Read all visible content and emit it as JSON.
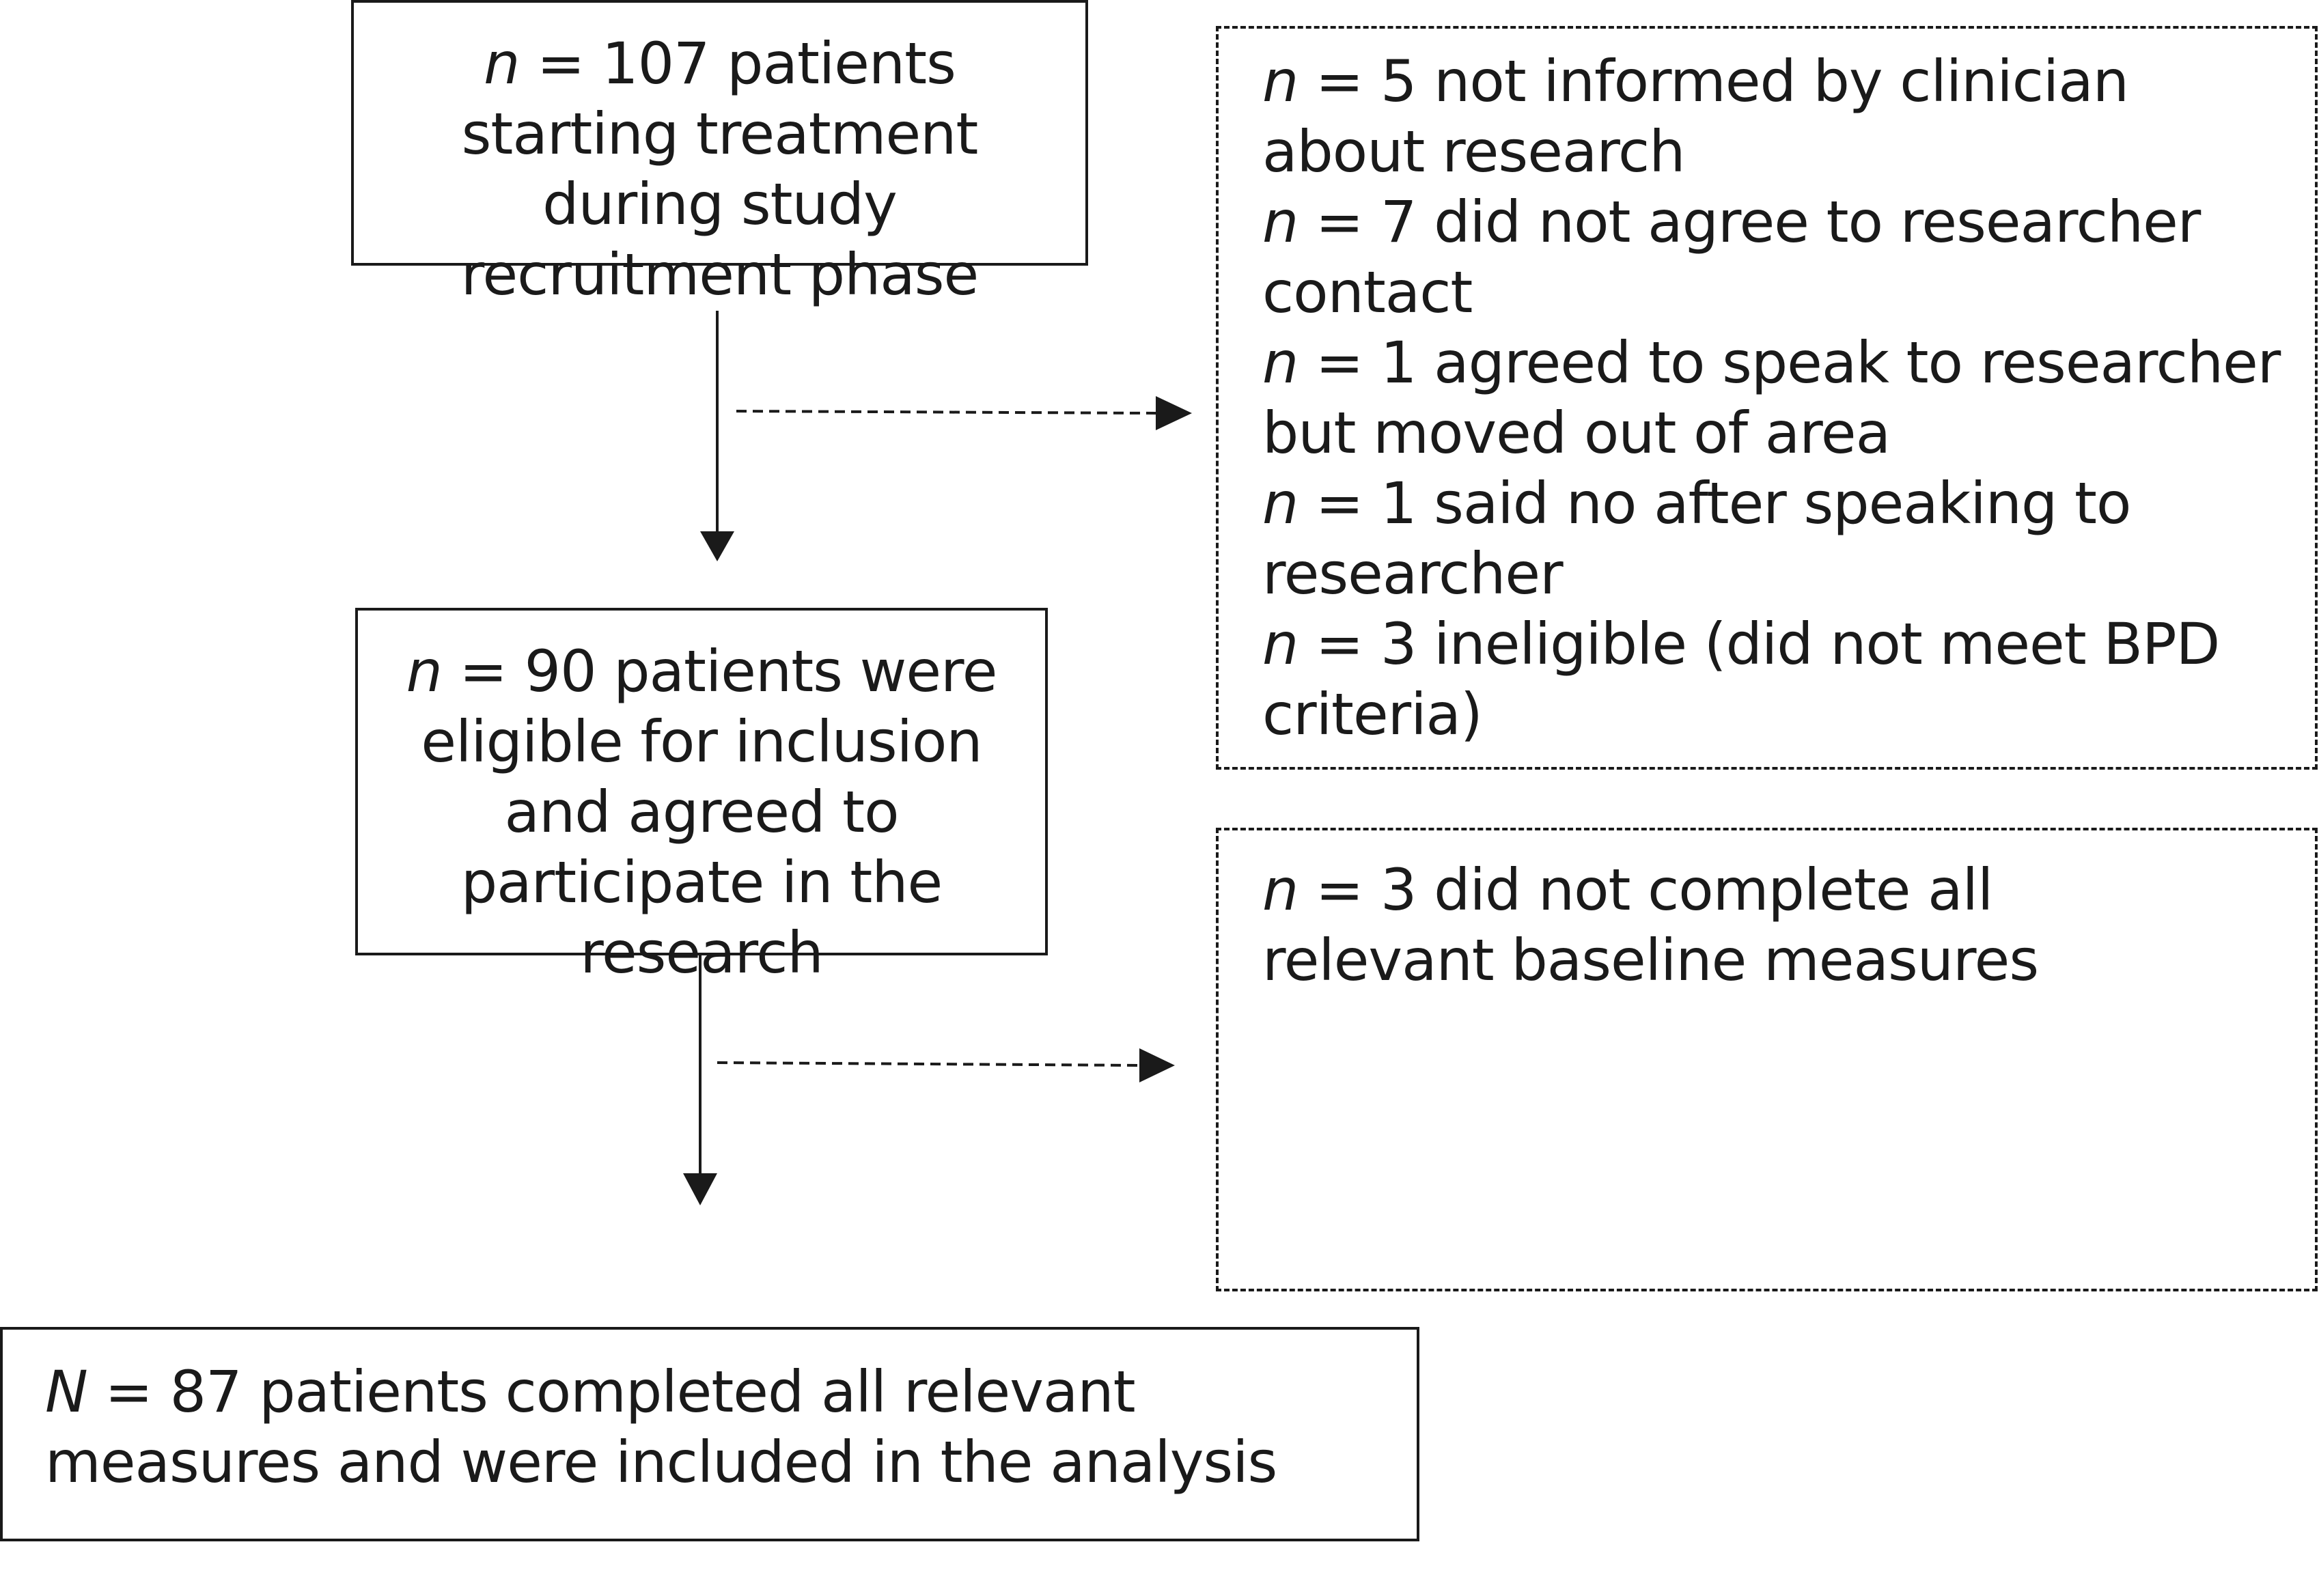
{
  "boxes": {
    "start": {
      "n_var": "n",
      "text": " = 107 patients starting treatment during study recruitment phase"
    },
    "eligible": {
      "n_var": "n",
      "text": " =  90 patients were eligible for inclusion and agreed to participate in the research"
    },
    "final": {
      "n_var": "N",
      "text": " = 87  patients completed all relevant measures and were included in the analysis"
    },
    "excluded_1": {
      "items": [
        {
          "n_var": "n",
          "text": " = 5 not informed by clinician about research"
        },
        {
          "n_var": "n",
          "text": " = 7 did not agree to researcher contact"
        },
        {
          "n_var": "n",
          "text": " = 1 agreed to speak to researcher but moved out of area"
        },
        {
          "n_var": "n",
          "text": " = 1 said no after speaking to researcher"
        },
        {
          "n_var": "n",
          "text": " = 3  ineligible (did not meet BPD criteria)"
        }
      ]
    },
    "excluded_2": {
      "items": [
        {
          "n_var": "n",
          "text": " = 3 did not complete all relevant baseline measures"
        }
      ]
    }
  },
  "colors": {
    "stroke": "#1a1a1a",
    "background": "#ffffff"
  }
}
